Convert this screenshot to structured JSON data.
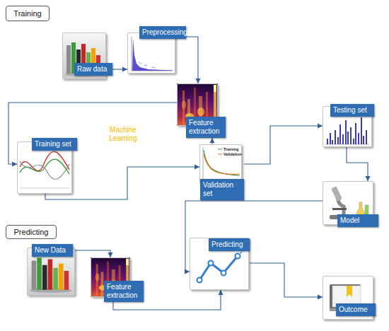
{
  "diagram": {
    "nodes": [
      {
        "text": [
          "Training"
        ]
      },
      {
        "text": [
          "Raw data"
        ]
      },
      {
        "text": [
          "Preprocessing"
        ]
      },
      {
        "text": [
          "Feature extraction"
        ]
      },
      {
        "text": [
          "Training set"
        ]
      },
      {
        "text": [
          "Validation set"
        ]
      },
      {
        "text": [
          "Testing set"
        ]
      },
      {
        "text": [
          "Model"
        ]
      },
      {
        "text": [
          "Predicting"
        ]
      },
      {
        "text": [
          "New Data"
        ]
      },
      {
        "text": [
          "Feature extraction"
        ]
      },
      {
        "text": [
          "Predicting"
        ]
      },
      {
        "text": [
          "Outcome"
        ]
      }
    ],
    "edges": [
      {
        "from": 1,
        "to": 2,
        "arrow": "to"
      },
      {
        "from": 2,
        "to": 3,
        "arrow": "to"
      },
      {
        "from": 3,
        "to": 4,
        "arrow": "to"
      },
      {
        "from": 4,
        "to": 5,
        "arrow": "to"
      },
      {
        "from": 5,
        "to": 3,
        "arrow": "to"
      },
      {
        "from": 5,
        "to": 6,
        "arrow": "to"
      },
      {
        "from": 6,
        "to": 7,
        "arrow": "to"
      },
      {
        "from": 7,
        "to": 11,
        "arrow": "to"
      },
      {
        "from": 9,
        "to": 10,
        "arrow": "to"
      },
      {
        "from": 10,
        "to": 11,
        "arrow": "to"
      },
      {
        "from": 11,
        "to": 12,
        "arrow": "to"
      }
    ],
    "labels": [
      "Machine Learning",
      "Training",
      "Validation"
    ]
  }
}
